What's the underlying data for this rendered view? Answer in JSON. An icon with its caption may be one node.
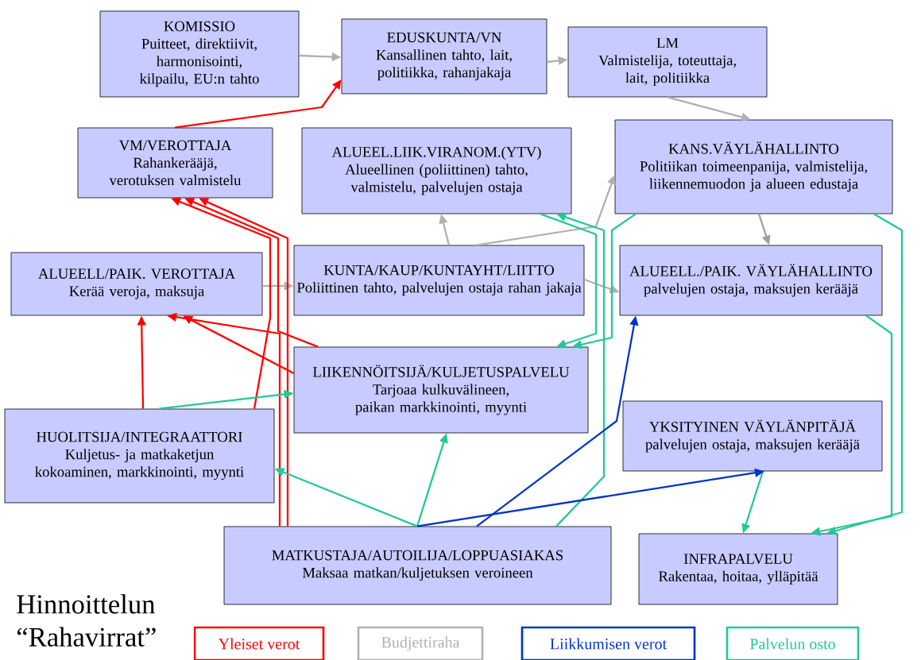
{
  "diagram": {
    "title": "Hinnoittelun “Rahavirrat”",
    "nodes": [
      {
        "text": [
          "KOMISSIO",
          "Puitteet, direktiivit, harmonisointi, kilpailu, EU:n tahto"
        ]
      },
      {
        "text": [
          "EDUSKUNTA/VN",
          "Kansallinen tahto, lait, politiikka, rahanjakaja"
        ]
      },
      {
        "text": [
          "LM",
          "Valmistelija, toteuttaja, lait, politiikka"
        ]
      },
      {
        "text": [
          "VM/VEROTTAJA",
          "Rahankerääjä, verotuksen valmistelu"
        ]
      },
      {
        "text": [
          "ALUEEL.LIIK.VIRANOM.(YTV)",
          "Alueellinen (poliittinen) tahto, valmistelu, palvelujen ostaja"
        ]
      },
      {
        "text": [
          "KANS.VÄYLÄHALLINTO",
          "Politiikan toimeenpanija, valmistelija, liikennemuodon ja alueen edustaja"
        ]
      },
      {
        "text": [
          "ALUEELL/PAIK. VEROTTAJA",
          "Kerää veroja, maksuja"
        ]
      },
      {
        "text": [
          "KUNTA/KAUP/KUNTAYHT/LIITTO",
          "Poliittinen tahto, palvelujen ostaja rahan jakaja"
        ]
      },
      {
        "text": [
          "ALUEELL./PAIK. VÄYLÄHALLINTO",
          "palvelujen ostaja, maksujen kerääjä"
        ]
      },
      {
        "text": [
          "LIIKENNÖITSIJÄ/KULJETUSPALVELU",
          "Tarjoaa kulkuvälineen, paikan markkinointi, myynti"
        ]
      },
      {
        "text": [
          "HUOLITSIJA/INTEGRAATTORI",
          "Kuljetus- ja matkaketjun kokoaminen, markkinointi, myynti"
        ]
      },
      {
        "text": [
          "YKSITYINEN VÄYLÄNPITÄJÄ",
          "palvelujen ostaja, maksujen kerääjä"
        ]
      },
      {
        "text": [
          "MATKUSTAJA/AUTOILIJA/LOPPUASIAKAS",
          "Maksaa matkan/kuljetuksen veroineen"
        ]
      },
      {
        "text": [
          "INFRAPALVELU",
          "Rakentaa, hoitaa, ylläpitää"
        ]
      }
    ],
    "edges": [
      {
        "from": 0,
        "to": 1,
        "arrow": "to",
        "color": "#b0b0b0"
      },
      {
        "from": 1,
        "to": 2,
        "arrow": "to",
        "color": "#b0b0b0"
      },
      {
        "from": 2,
        "to": 5,
        "arrow": "to",
        "color": "#b0b0b0"
      },
      {
        "from": 6,
        "to": 7,
        "arrow": "to",
        "color": "#b0b0b0"
      },
      {
        "from": 7,
        "to": 4,
        "arrow": "to",
        "color": "#b0b0b0"
      },
      {
        "from": 7,
        "to": 5,
        "arrow": "to",
        "color": "#b0b0b0"
      },
      {
        "from": 7,
        "to": 8,
        "arrow": "to",
        "color": "#b0b0b0"
      },
      {
        "from": 5,
        "to": 8,
        "arrow": "to",
        "color": "#a0a0a0"
      },
      {
        "from": 3,
        "to": 1,
        "arrow": "to",
        "color": "#ff0000"
      },
      {
        "from": 10,
        "to": 3,
        "arrow": "to",
        "color": "#ff0000"
      },
      {
        "from": 10,
        "to": 6,
        "arrow": "to",
        "color": "#ff0000"
      },
      {
        "from": 12,
        "to": 3,
        "arrow": "to",
        "color": "#ff0000"
      },
      {
        "from": 9,
        "to": 3,
        "arrow": "to",
        "color": "#ff0000"
      },
      {
        "from": 9,
        "to": 6,
        "arrow": "to",
        "color": "#ff0000"
      },
      {
        "from": 12,
        "to": 6,
        "arrow": "to",
        "color": "#ff0000"
      },
      {
        "from": 10,
        "to": 9,
        "arrow": "to"
      },
      {
        "from": 12,
        "to": 10,
        "arrow": "to"
      },
      {
        "from": 12,
        "to": 4,
        "arrow": "to"
      },
      {
        "from": 4,
        "to": 9,
        "arrow": "to"
      },
      {
        "from": 5,
        "to": 9,
        "arrow": "to"
      },
      {
        "from": 12,
        "to": 9,
        "arrow": "to"
      },
      {
        "from": 5,
        "to": 13,
        "arrow": "to"
      },
      {
        "from": 8,
        "to": 13,
        "arrow": "to"
      },
      {
        "from": 11,
        "to": 13,
        "arrow": "to"
      },
      {
        "from": 12,
        "to": 8,
        "arrow": "to",
        "color": "#0033cc"
      },
      {
        "from": 12,
        "to": 11,
        "arrow": "to",
        "color": "#0033cc"
      }
    ],
    "legend": [
      {
        "text": "Yleiset verot",
        "color": "#ff0000"
      },
      {
        "text": "Budjettiraha",
        "color": "#b0b0b0"
      },
      {
        "text": "Liikkumisen verot",
        "color": "#0033cc"
      },
      {
        "text": "Palvelun osto",
        "color": "#22c896"
      }
    ]
  }
}
